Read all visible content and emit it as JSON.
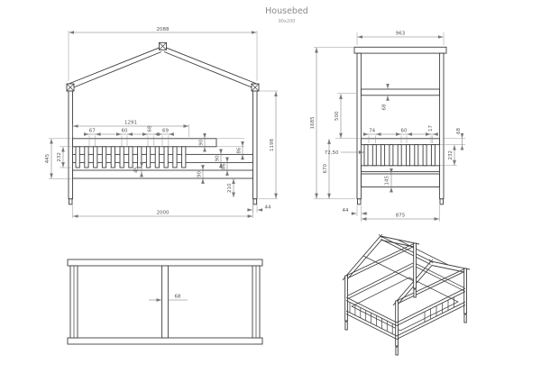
{
  "title": "Housebed",
  "subtitle": "90x200",
  "front_view": {
    "dims": {
      "overall_width": "2088",
      "height_to_eave": "1198",
      "railing_length": "1291",
      "gap_a": "67",
      "gap_b": "60",
      "slat_width": "68",
      "gap_c": "69",
      "railing_height": "445",
      "slat_zone_height": "232",
      "slat_overlap": "45",
      "rail_a": "90",
      "gap_d": "86",
      "rail_b": "90",
      "gap_e": "86",
      "rail_c": "90",
      "base_height": "210",
      "bed_length": "2000",
      "post_width": "44"
    }
  },
  "side_view": {
    "dims": {
      "overall_width": "963",
      "overall_height": "1685",
      "roof_section_height": "500",
      "beam_thickness": "68",
      "gap_a": "74",
      "gap_b": "60",
      "gap_c": "17",
      "rail_thickness": "68",
      "half_offset": "72,50",
      "slat_zone_height": "232",
      "railing_height": "670",
      "frame_height": "145",
      "post_width": "44",
      "bed_width": "875"
    }
  },
  "plan_view": {
    "dims": {
      "center_beam_width": "68"
    }
  }
}
